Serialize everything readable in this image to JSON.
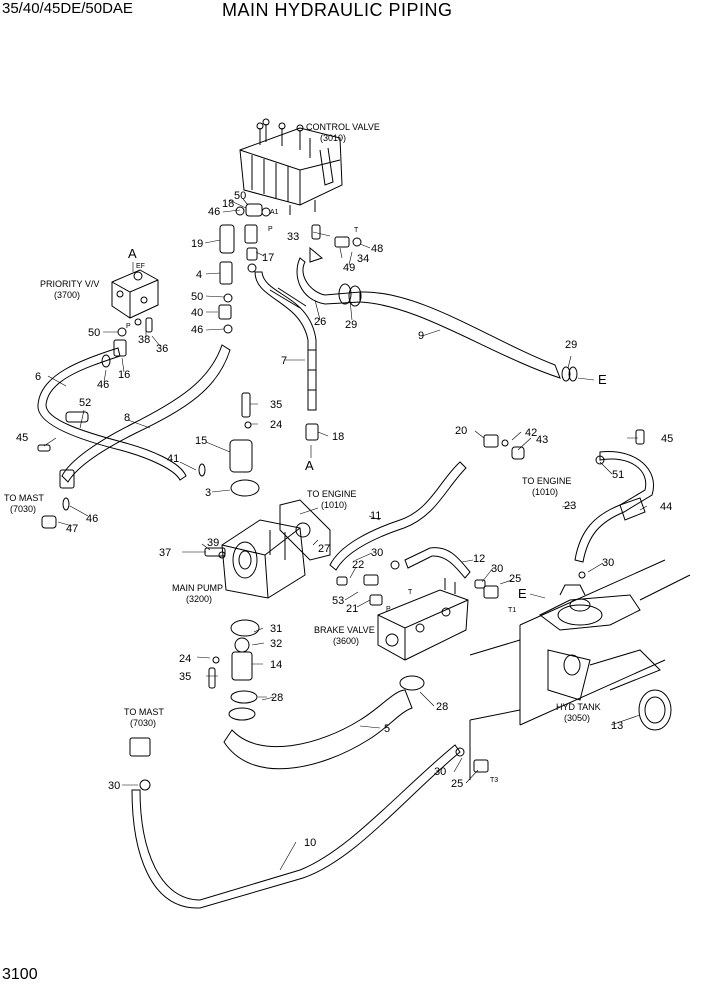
{
  "header": {
    "model": "35/40/45DE/50DAE",
    "title": "MAIN HYDRAULIC PIPING"
  },
  "footer": {
    "page_number": "3100"
  },
  "component_labels": {
    "control_valve": "CONTROL VALVE",
    "control_valve_ref": "(3010)",
    "priority_valve": "PRIORITY V/V",
    "priority_valve_ref": "(3700)",
    "to_engine_a": "TO ENGINE",
    "to_engine_a_ref": "(1010)",
    "to_engine_b": "TO ENGINE",
    "to_engine_b_ref": "(1010)",
    "to_mast_a": "TO MAST",
    "to_mast_a_ref": "(7030)",
    "to_mast_b": "TO MAST",
    "to_mast_b_ref": "(7030)",
    "main_pump": "MAIN PUMP",
    "main_pump_ref": "(3200)",
    "brake_valve": "BRAKE VALVE",
    "brake_valve_ref": "(3600)",
    "hyd_tank": "HYD TANK",
    "hyd_tank_ref": "(3050)"
  },
  "connection_markers": {
    "a_top": "A",
    "a_bottom": "A",
    "e_right": "E",
    "e_tank": "E"
  },
  "port_labels": {
    "ef": "EF",
    "p_priority": "P",
    "a1": "A1",
    "p_cv": "P",
    "t_cv": "T",
    "t_brake": "T",
    "p_brake": "P",
    "t1": "T1",
    "t3": "T3"
  },
  "callouts": {
    "c50a": "50",
    "c18a": "18",
    "c46a": "46",
    "c19": "19",
    "c33": "33",
    "c48": "48",
    "c49": "49",
    "c34": "34",
    "c17": "17",
    "c4": "4",
    "c50b": "50",
    "c40": "40",
    "c46b": "46",
    "c26": "26",
    "c29a": "29",
    "c9": "9",
    "c29b": "29",
    "c50c": "50",
    "c38": "38",
    "c36": "36",
    "c46c": "46",
    "c16": "16",
    "c6": "6",
    "c7": "7",
    "c52": "52",
    "c8": "8",
    "c35a": "35",
    "c24a": "24",
    "c18b": "18",
    "c45a": "45",
    "c15": "15",
    "c41": "41",
    "c3": "3",
    "c46d": "46",
    "c47": "47",
    "c27": "27",
    "c39": "39",
    "c37": "37",
    "c20": "20",
    "c42": "42",
    "c43": "43",
    "c45b": "45",
    "c51": "51",
    "c11": "11",
    "c23": "23",
    "c44": "44",
    "c30a": "30",
    "c22": "22",
    "c12": "12",
    "c30b": "30",
    "c25a": "25",
    "c53": "53",
    "c21": "21",
    "c30c": "30",
    "c31": "31",
    "c32": "32",
    "c24b": "24",
    "c14": "14",
    "c35b": "35",
    "c28a": "28",
    "c28b": "28",
    "c5": "5",
    "c13": "13",
    "c30d": "30",
    "c30e": "30",
    "c25b": "25",
    "c10": "10"
  }
}
